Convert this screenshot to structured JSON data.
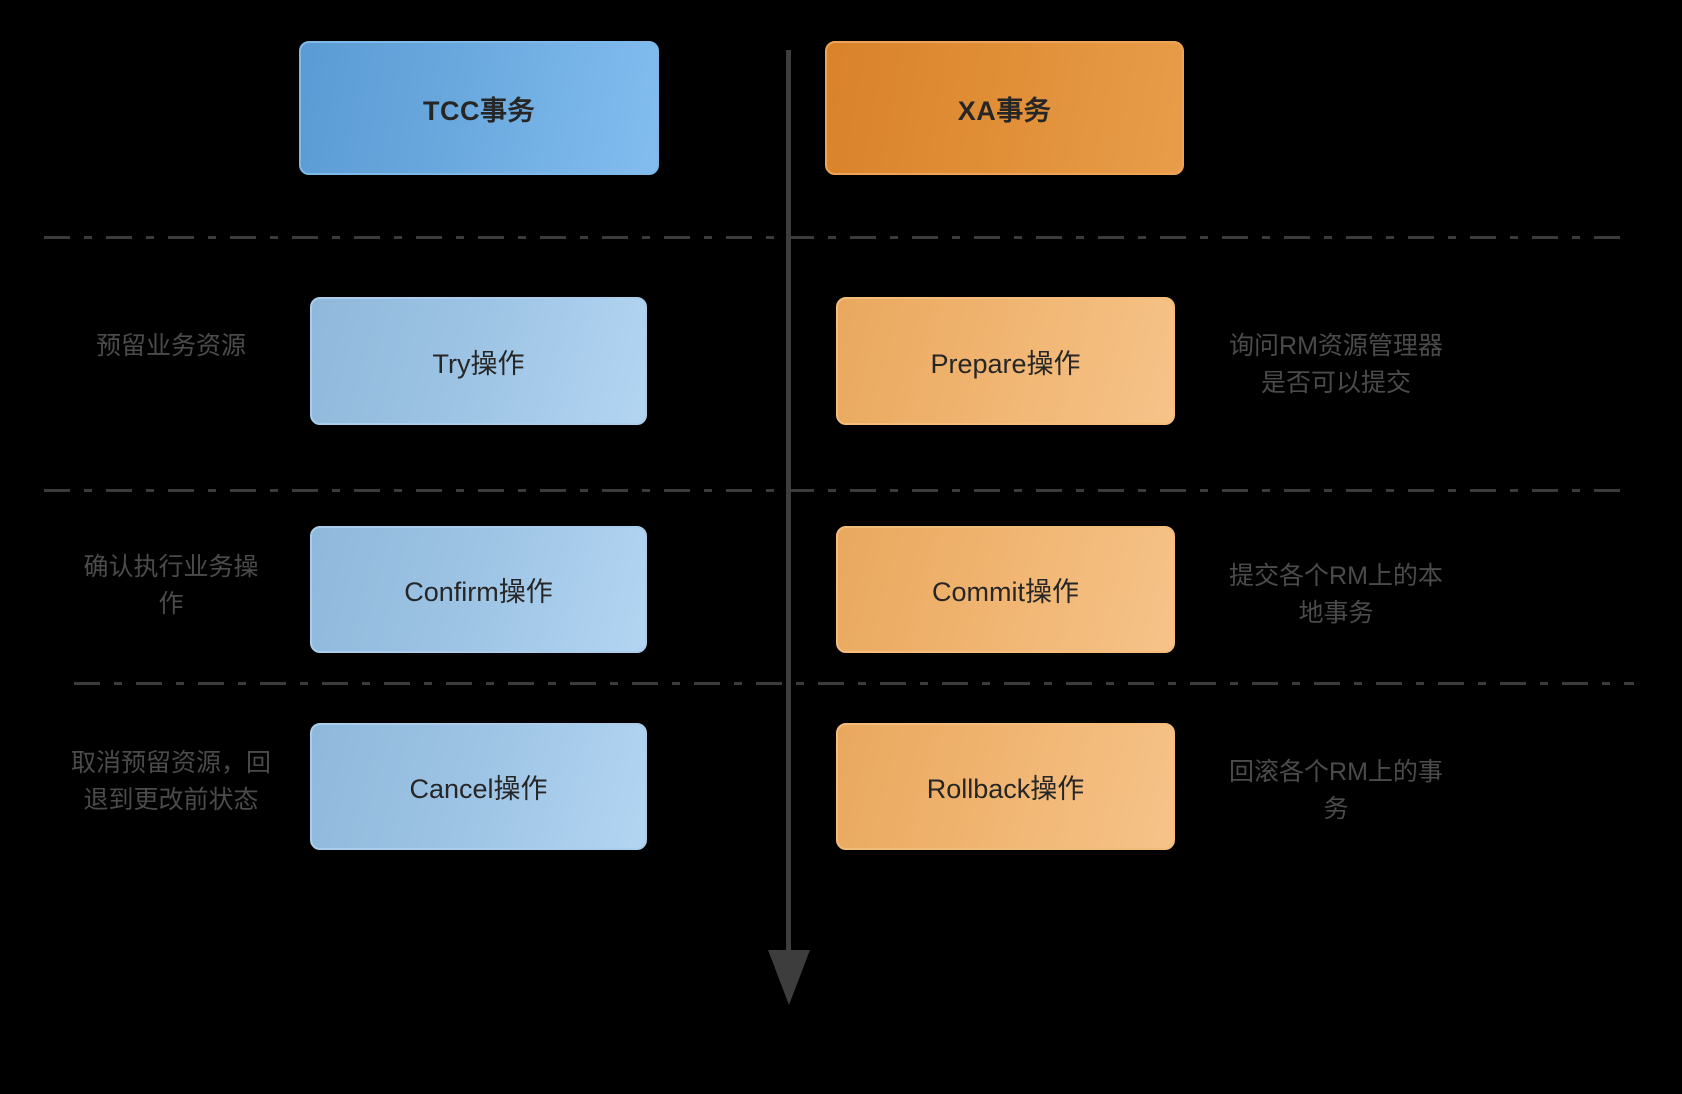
{
  "diagram": {
    "background_color": "#000000",
    "axis_color": "#3d3d3d",
    "separator_color": "#3b3b3b",
    "columns": [
      {
        "id": "tcc",
        "header": "TCC事务",
        "accent_color": "#5b9bd5",
        "steps": [
          {
            "label": "Try操作",
            "note": "预留业务资源"
          },
          {
            "label": "Confirm操作",
            "note": "确认执行业务操\n作"
          },
          {
            "label": "Cancel操作",
            "note": "取消预留资源，回\n退到更改前状态"
          }
        ]
      },
      {
        "id": "xa",
        "header": "XA事务",
        "accent_color": "#d9822b",
        "steps": [
          {
            "label": "Prepare操作",
            "note": "询问RM资源管理器\n是否可以提交"
          },
          {
            "label": "Commit操作",
            "note": "提交各个RM上的本\n地事务"
          },
          {
            "label": "Rollback操作",
            "note": "回滚各个RM上的事\n务"
          }
        ]
      }
    ]
  }
}
